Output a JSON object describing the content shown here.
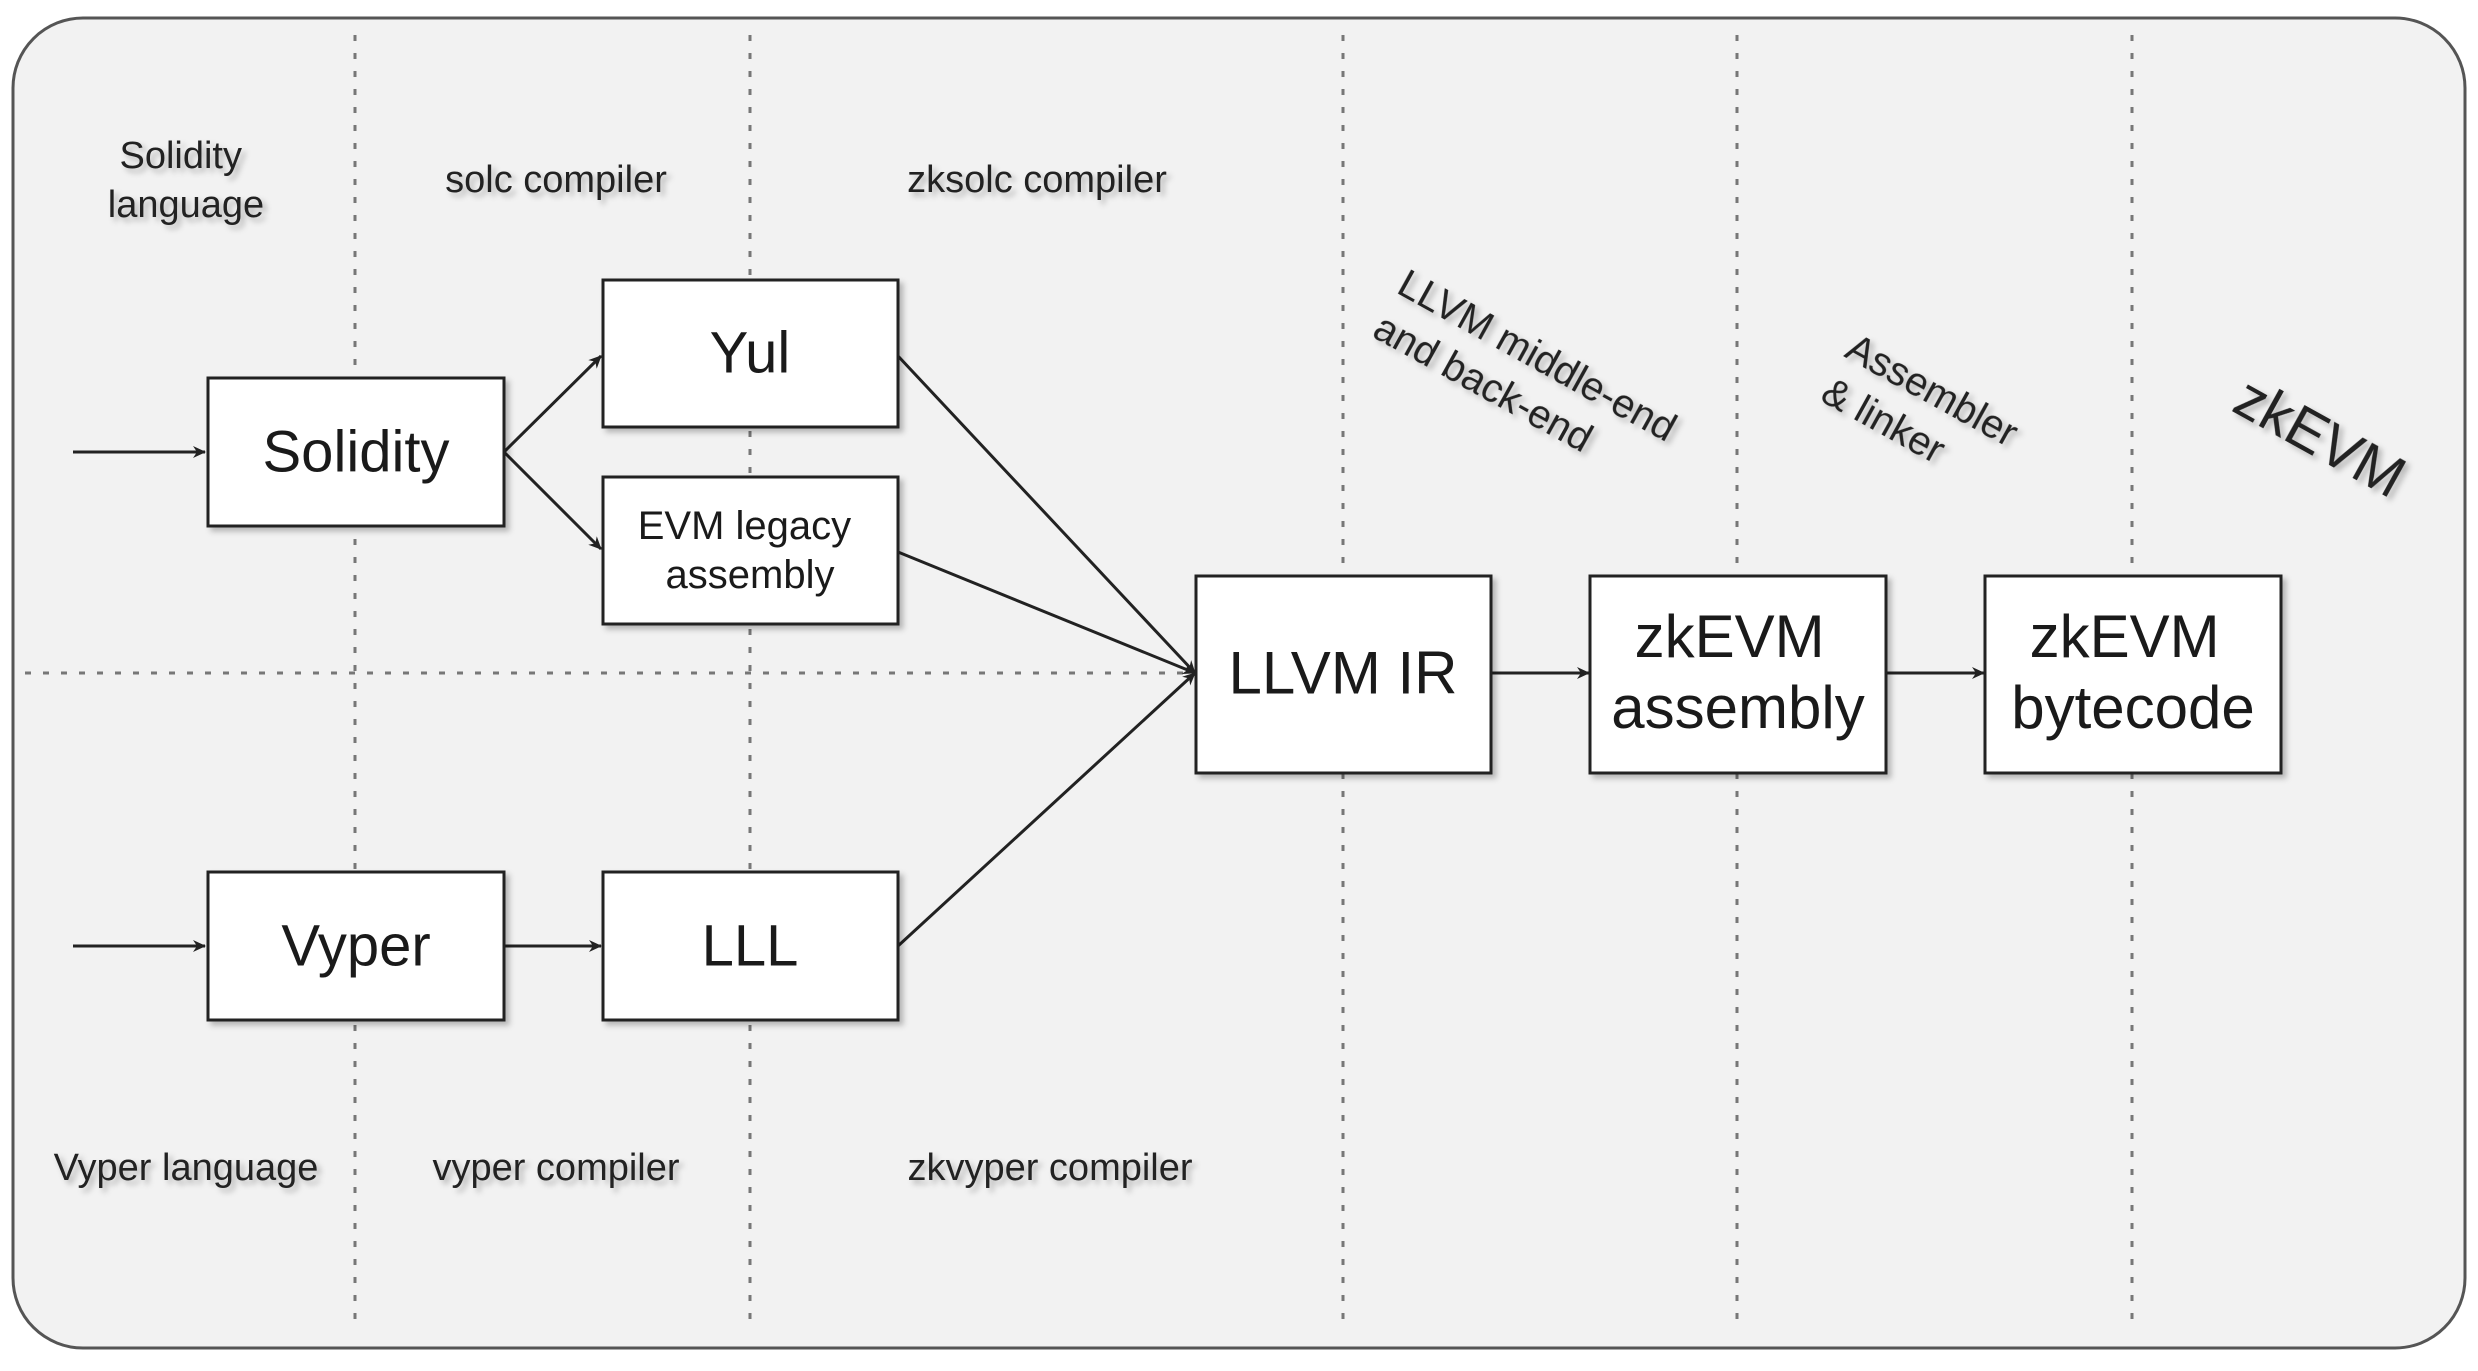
{
  "colors": {
    "panel_fill": "#f2f2f2",
    "panel_stroke": "#555555",
    "box_fill": "#ffffff",
    "box_stroke": "#222222",
    "line": "#222222",
    "divider": "#777777",
    "text": "#1a1a1a"
  },
  "columns": {
    "solidity_language": [
      "Solidity",
      "language"
    ],
    "solc_compiler": "solc compiler",
    "zksolc_compiler": "zksolc compiler",
    "vyper_language": "Vyper language",
    "vyper_compiler": "vyper compiler",
    "zkvyper_compiler": "zkvyper compiler",
    "llvm_stage": [
      "LLVM middle-end",
      "and back-end"
    ],
    "assembler_stage": [
      "Assembler",
      "& linker"
    ],
    "zkevm_stage": "zkEVM"
  },
  "nodes": {
    "solidity": "Solidity",
    "yul": "Yul",
    "evm_legacy": [
      "EVM legacy",
      "assembly"
    ],
    "vyper": "Vyper",
    "lll": "LLL",
    "llvm_ir": "LLVM IR",
    "zkevm_assembly": [
      "zkEVM",
      "assembly"
    ],
    "zkevm_bytecode": [
      "zkEVM",
      "bytecode"
    ]
  },
  "edges": [
    {
      "from": "input",
      "to": "solidity"
    },
    {
      "from": "input",
      "to": "vyper"
    },
    {
      "from": "solidity",
      "to": "yul"
    },
    {
      "from": "solidity",
      "to": "evm_legacy"
    },
    {
      "from": "vyper",
      "to": "lll"
    },
    {
      "from": "yul",
      "to": "llvm_ir"
    },
    {
      "from": "evm_legacy",
      "to": "llvm_ir"
    },
    {
      "from": "lll",
      "to": "llvm_ir"
    },
    {
      "from": "llvm_ir",
      "to": "zkevm_assembly"
    },
    {
      "from": "zkevm_assembly",
      "to": "zkevm_bytecode"
    }
  ]
}
